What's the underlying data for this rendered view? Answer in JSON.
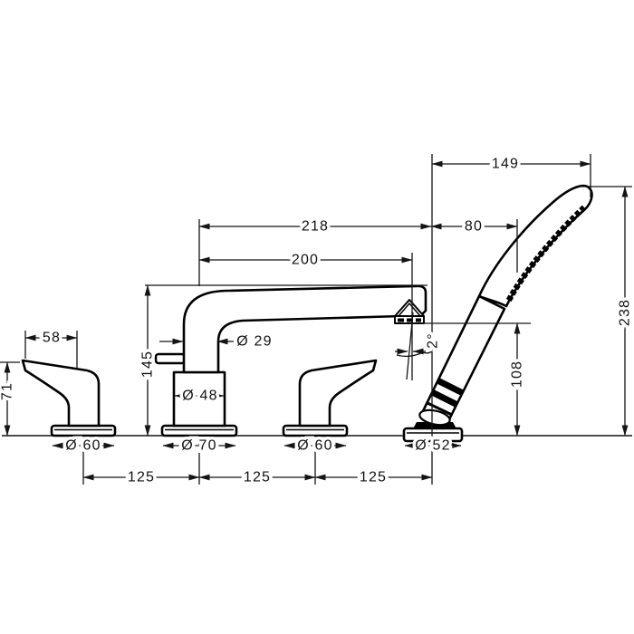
{
  "drawing": {
    "colors": {
      "line": "#141414",
      "outline": "#000000",
      "background": "#ffffff"
    },
    "dims": {
      "head_projection": "149",
      "reach_overall": "218",
      "offset_holder_head": "80",
      "reach_to_aerator": "200",
      "spout_height": "145",
      "handle_reach": "58",
      "handle_height": "71",
      "spout_pipe_dia": "Ø 29",
      "valve_body_dia": "Ø 48",
      "spout_base_dia": "Ø 70",
      "left_handle_base_dia": "Ø 60",
      "right_handle_base_dia": "Ø 60",
      "handshower_base_dia": "Ø 52",
      "hole_spacing_1": "125",
      "hole_spacing_2": "125",
      "hole_spacing_3": "125",
      "outlet_height_above_deck": "108",
      "overall_height": "238",
      "spray_angle": "2°"
    }
  }
}
